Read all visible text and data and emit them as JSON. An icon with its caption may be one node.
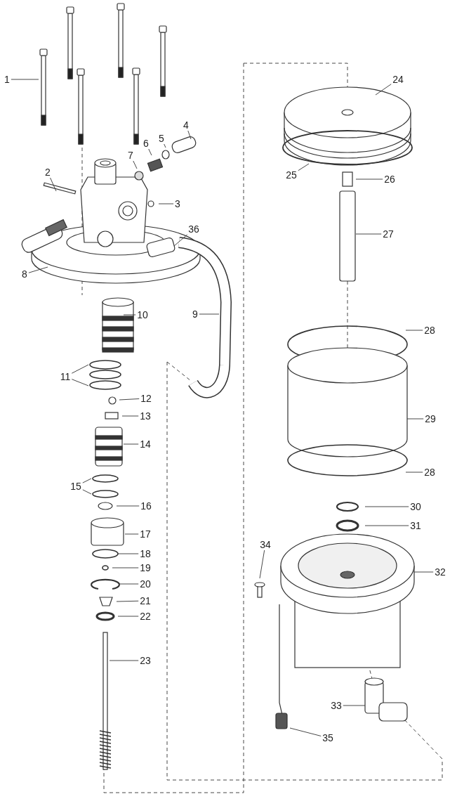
{
  "diagram": {
    "nodes": [
      {
        "text": [
          "1"
        ]
      },
      {
        "text": [
          "2"
        ]
      },
      {
        "text": [
          "3"
        ]
      },
      {
        "text": [
          "4"
        ]
      },
      {
        "text": [
          "5"
        ]
      },
      {
        "text": [
          "6"
        ]
      },
      {
        "text": [
          "7"
        ]
      },
      {
        "text": [
          "8"
        ]
      },
      {
        "text": [
          "9"
        ]
      },
      {
        "text": [
          "10"
        ]
      },
      {
        "text": [
          "11"
        ]
      },
      {
        "text": [
          "12"
        ]
      },
      {
        "text": [
          "13"
        ]
      },
      {
        "text": [
          "14"
        ]
      },
      {
        "text": [
          "15"
        ]
      },
      {
        "text": [
          "16"
        ]
      },
      {
        "text": [
          "17"
        ]
      },
      {
        "text": [
          "18"
        ]
      },
      {
        "text": [
          "19"
        ]
      },
      {
        "text": [
          "20"
        ]
      },
      {
        "text": [
          "21"
        ]
      },
      {
        "text": [
          "22"
        ]
      },
      {
        "text": [
          "23"
        ]
      },
      {
        "text": [
          "24"
        ]
      },
      {
        "text": [
          "25"
        ]
      },
      {
        "text": [
          "26"
        ]
      },
      {
        "text": [
          "27"
        ]
      },
      {
        "text": [
          "28"
        ]
      },
      {
        "text": [
          "29"
        ]
      },
      {
        "text": [
          "28"
        ]
      },
      {
        "text": [
          "30"
        ]
      },
      {
        "text": [
          "31"
        ]
      },
      {
        "text": [
          "32"
        ]
      },
      {
        "text": [
          "33"
        ]
      },
      {
        "text": [
          "34"
        ]
      },
      {
        "text": [
          "35"
        ]
      },
      {
        "text": [
          "36"
        ]
      }
    ],
    "edges": [
      {
        "from": 0,
        "to": null,
        "arrow": "none"
      },
      {
        "from": 1,
        "to": null,
        "arrow": "none"
      },
      {
        "from": 2,
        "to": null,
        "arrow": "none"
      },
      {
        "from": 3,
        "to": null,
        "arrow": "none"
      },
      {
        "from": 4,
        "to": null,
        "arrow": "none"
      },
      {
        "from": 5,
        "to": null,
        "arrow": "none"
      },
      {
        "from": 6,
        "to": null,
        "arrow": "none"
      },
      {
        "from": 7,
        "to": null,
        "arrow": "none"
      },
      {
        "from": 8,
        "to": null,
        "arrow": "none"
      },
      {
        "from": 9,
        "to": null,
        "arrow": "none"
      },
      {
        "from": 10,
        "to": null,
        "arrow": "none"
      },
      {
        "from": 10,
        "to": null,
        "arrow": "none"
      },
      {
        "from": 11,
        "to": null,
        "arrow": "none"
      },
      {
        "from": 12,
        "to": null,
        "arrow": "none"
      },
      {
        "from": 13,
        "to": null,
        "arrow": "none"
      },
      {
        "from": 14,
        "to": null,
        "arrow": "none"
      },
      {
        "from": 14,
        "to": null,
        "arrow": "none"
      },
      {
        "from": 15,
        "to": null,
        "arrow": "none"
      },
      {
        "from": 16,
        "to": null,
        "arrow": "none"
      },
      {
        "from": 17,
        "to": null,
        "arrow": "none"
      },
      {
        "from": 18,
        "to": null,
        "arrow": "none"
      },
      {
        "from": 19,
        "to": null,
        "arrow": "none"
      },
      {
        "from": 20,
        "to": null,
        "arrow": "none"
      },
      {
        "from": 21,
        "to": null,
        "arrow": "none"
      },
      {
        "from": 22,
        "to": null,
        "arrow": "none"
      },
      {
        "from": 23,
        "to": null,
        "arrow": "none"
      },
      {
        "from": 24,
        "to": null,
        "arrow": "none"
      },
      {
        "from": 25,
        "to": null,
        "arrow": "none"
      },
      {
        "from": 26,
        "to": null,
        "arrow": "none"
      },
      {
        "from": 27,
        "to": null,
        "arrow": "none"
      },
      {
        "from": 28,
        "to": null,
        "arrow": "none"
      },
      {
        "from": 29,
        "to": null,
        "arrow": "none"
      },
      {
        "from": 30,
        "to": null,
        "arrow": "none"
      },
      {
        "from": 31,
        "to": null,
        "arrow": "none"
      },
      {
        "from": 32,
        "to": null,
        "arrow": "none"
      },
      {
        "from": 33,
        "to": null,
        "arrow": "none"
      },
      {
        "from": 34,
        "to": null,
        "arrow": "none"
      },
      {
        "from": 35,
        "to": null,
        "arrow": "none"
      },
      {
        "from": 36,
        "to": null,
        "arrow": "none"
      }
    ]
  }
}
